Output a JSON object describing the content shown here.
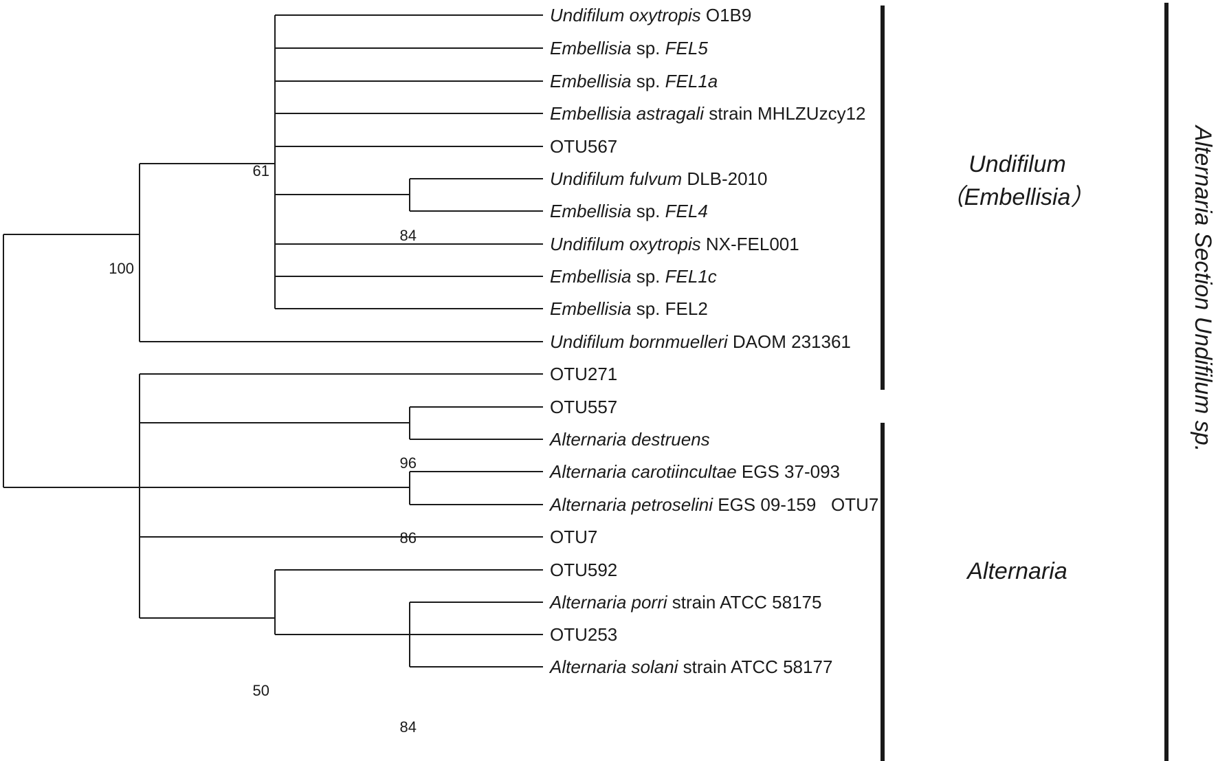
{
  "tree": {
    "taxa": [
      {
        "italic": "Undifilum oxytropis",
        "plain": " O1B9",
        "italic2": ""
      },
      {
        "italic": "Embellisia",
        "plain": " sp. ",
        "italic2": "FEL5"
      },
      {
        "italic": "Embellisia",
        "plain": " sp. ",
        "italic2": "FEL1a"
      },
      {
        "italic": "Embellisia astragali",
        "plain": " strain MHLZUzcy12",
        "italic2": ""
      },
      {
        "italic": "",
        "plain": "OTU567",
        "italic2": ""
      },
      {
        "italic": "Undifilum fulvum",
        "plain": " DLB-2010",
        "italic2": ""
      },
      {
        "italic": "Embellisia",
        "plain": " sp. ",
        "italic2": "FEL4"
      },
      {
        "italic": "Undifilum oxytropis",
        "plain": " NX-FEL001",
        "italic2": ""
      },
      {
        "italic": "Embellisia",
        "plain": " sp. ",
        "italic2": "FEL1c"
      },
      {
        "italic": "Embellisia",
        "plain": " sp. FEL2",
        "italic2": ""
      },
      {
        "italic": "Undifilum bornmuelleri",
        "plain": " DAOM 231361",
        "italic2": ""
      },
      {
        "italic": "",
        "plain": "OTU271",
        "italic2": ""
      },
      {
        "italic": "",
        "plain": "OTU557",
        "italic2": ""
      },
      {
        "italic": "Alternaria destruens",
        "plain": "",
        "italic2": ""
      },
      {
        "italic": "Alternaria carotiincultae",
        "plain": " EGS 37-093",
        "italic2": ""
      },
      {
        "italic": "Alternaria petroselini",
        "plain": " EGS 09-159   OTU7",
        "italic2": ""
      },
      {
        "italic": "",
        "plain": "OTU7",
        "italic2": ""
      },
      {
        "italic": "",
        "plain": "OTU592",
        "italic2": ""
      },
      {
        "italic": "Alternaria porri",
        "plain": " strain ATCC 58175",
        "italic2": ""
      },
      {
        "italic": "",
        "plain": "OTU253",
        "italic2": ""
      },
      {
        "italic": "Alternaria solani",
        "plain": " strain ATCC 58177",
        "italic2": ""
      }
    ],
    "support_values": {
      "root_upper": "100",
      "embellisia_core": "61",
      "fulvum_fel4": "84",
      "otu557_destruens": "96",
      "carotiincultae_petroselini": "86",
      "otu592_group": "50",
      "porri_solani": "84"
    },
    "clades": {
      "undifilum_line1": "Undifilum",
      "undifilum_line2": "（Embellisia）",
      "alternaria": "Alternaria",
      "section": "Alternaria Section Undifilum sp."
    }
  }
}
